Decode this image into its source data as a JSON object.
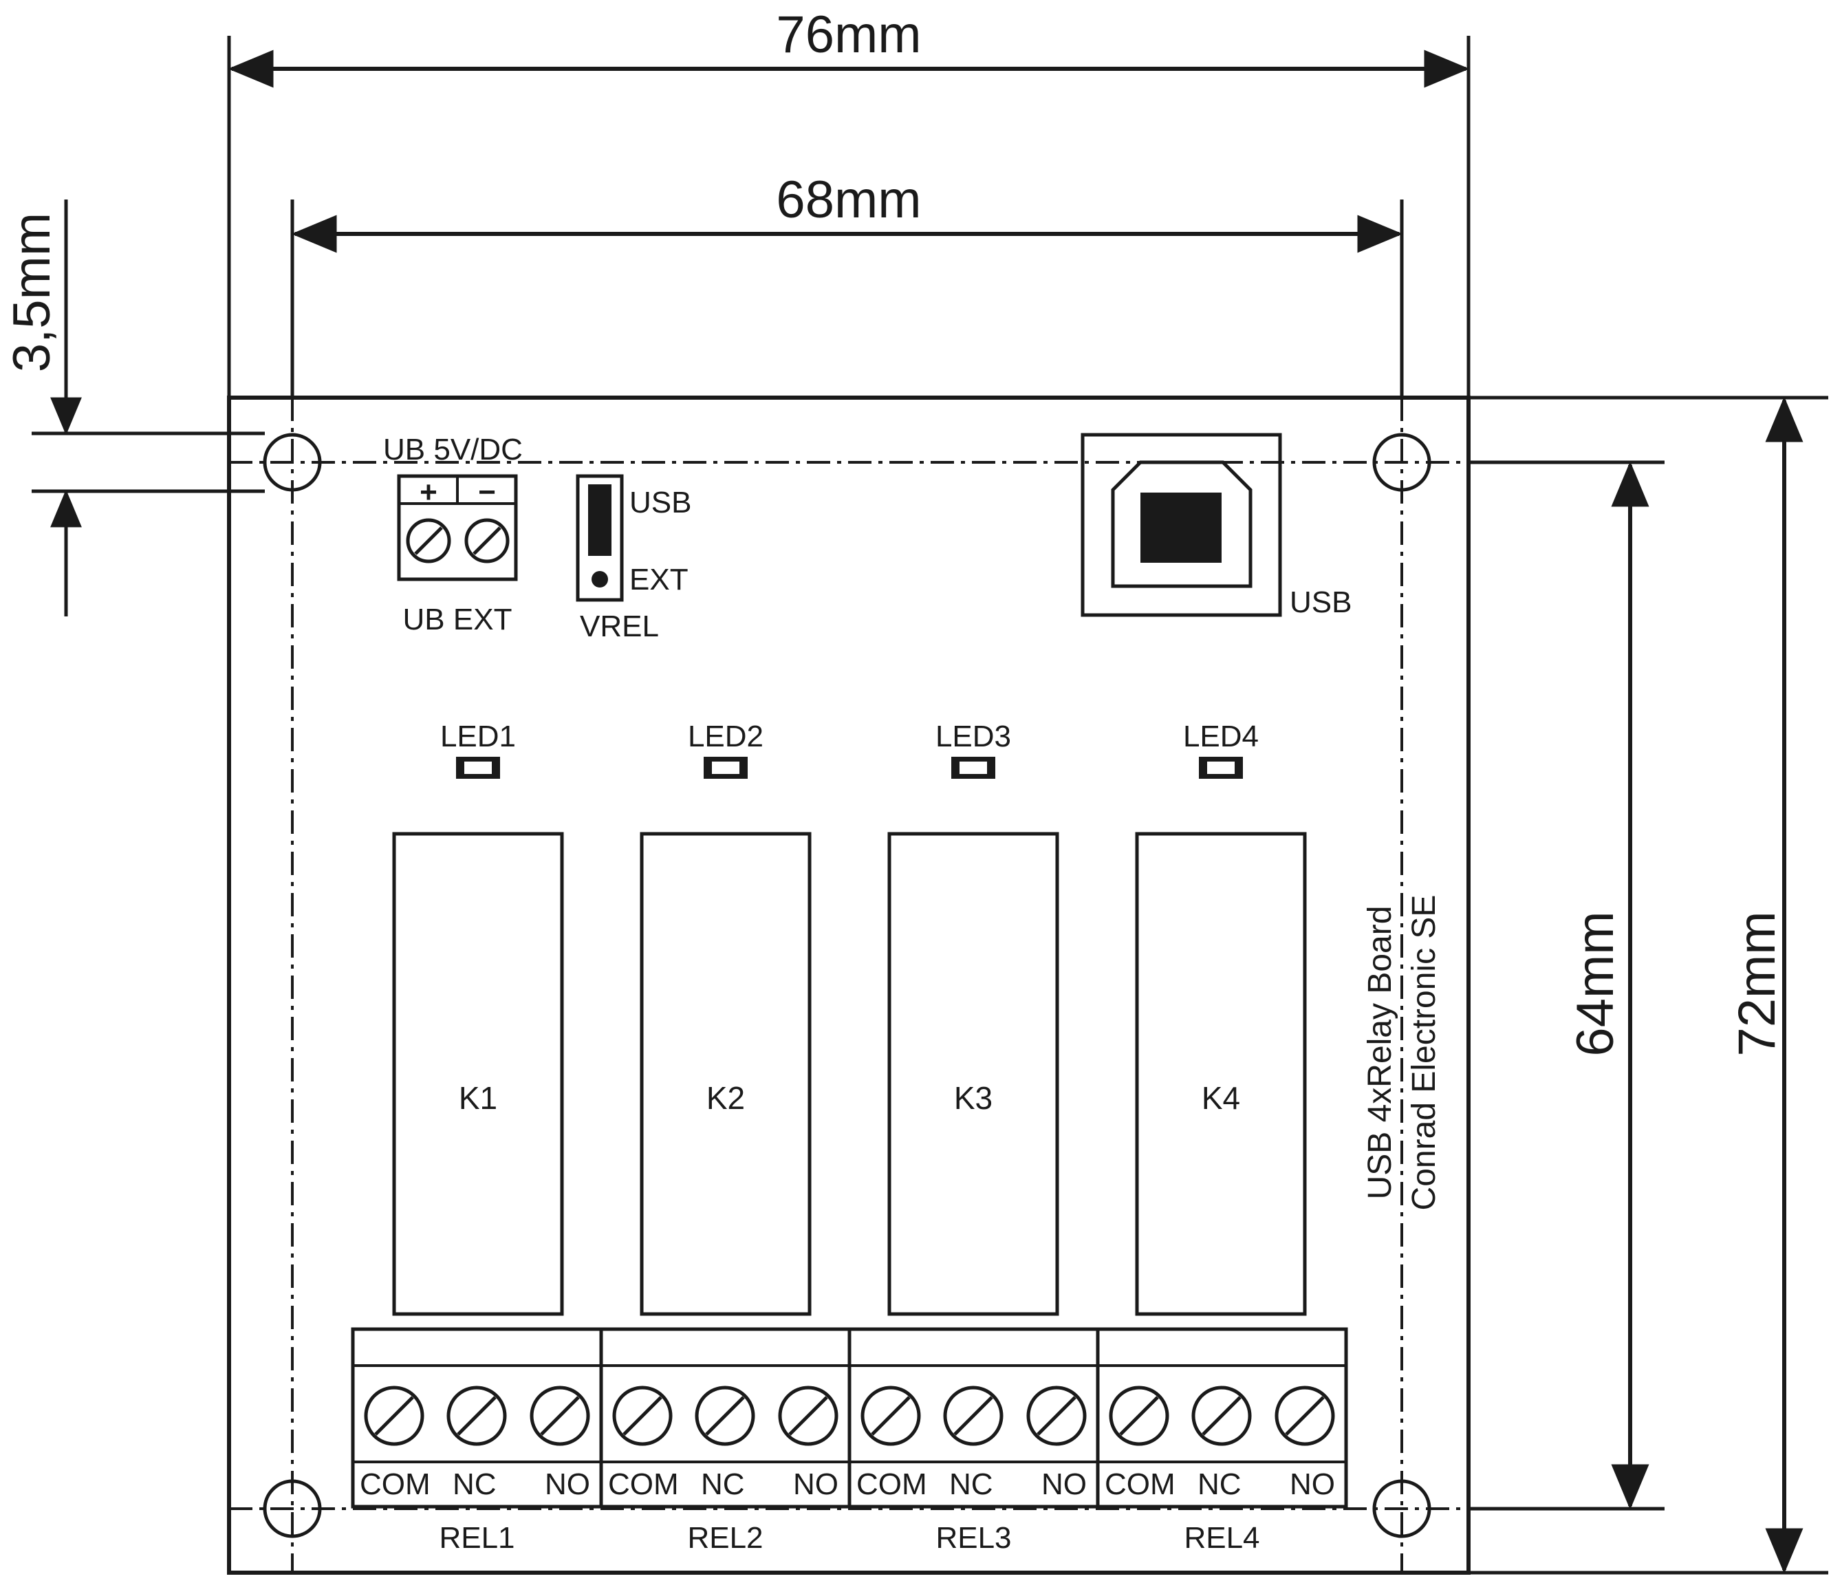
{
  "dimensions": {
    "width_outer": "76mm",
    "width_inner": "68mm",
    "height_outer": "72mm",
    "height_inner": "64mm",
    "hole_offset": "3,5mm"
  },
  "power": {
    "title": "UB 5V/DC",
    "plus": "+",
    "minus": "−",
    "terminal_label": "UB EXT"
  },
  "jumper": {
    "usb_label": "USB",
    "ext_label": "EXT",
    "name": "VREL"
  },
  "usb_connector": {
    "label": "USB"
  },
  "leds": [
    "LED1",
    "LED2",
    "LED3",
    "LED4"
  ],
  "relays": [
    "K1",
    "K2",
    "K3",
    "K4"
  ],
  "outputs": [
    {
      "name": "REL1",
      "pins": [
        "COM",
        "NC",
        "NO"
      ]
    },
    {
      "name": "REL2",
      "pins": [
        "COM",
        "NC",
        "NO"
      ]
    },
    {
      "name": "REL3",
      "pins": [
        "COM",
        "NC",
        "NO"
      ]
    },
    {
      "name": "REL4",
      "pins": [
        "COM",
        "NC",
        "NO"
      ]
    }
  ],
  "board_text": {
    "line1": "USB 4xRelay Board",
    "line2": "Conrad Electronic SE"
  }
}
